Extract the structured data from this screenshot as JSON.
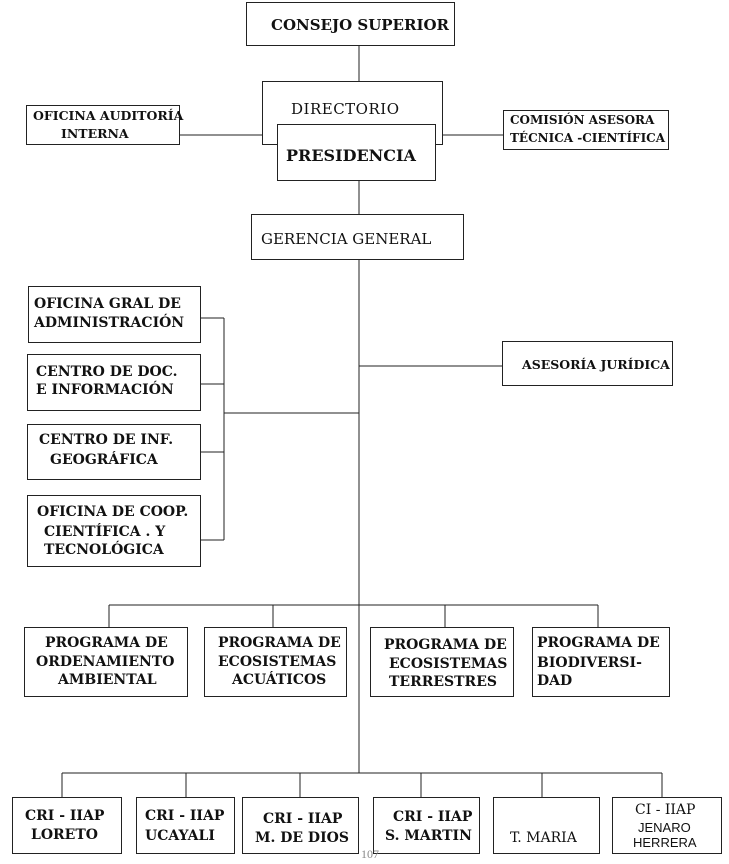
{
  "org_chart": {
    "consejo": "CONSEJO SUPERIOR",
    "directorio": "DIRECTORIO",
    "presidencia": "PRESIDENCIA",
    "oficina_auditoria": [
      "OFICINA AUDITORÍA",
      "INTERNA"
    ],
    "comision_asesora": [
      "COMISIÓN ASESORA",
      "TÉCNICA -CIENTÍFICA"
    ],
    "gerencia": "GERENCIA GENERAL",
    "asesoria": "ASESORÍA JURÍDICA",
    "oficinas": [
      [
        "OFICINA GRAL DE",
        "ADMINISTRACIÓN"
      ],
      [
        "CENTRO DE DOC.",
        "E INFORMACIÓN"
      ],
      [
        "CENTRO DE INF.",
        "GEOGRÁFICA"
      ],
      [
        "OFICINA DE COOP.",
        "CIENTÍFICA . Y",
        "TECNOLÓGICA"
      ]
    ],
    "programas": [
      [
        "PROGRAMA DE",
        "ORDENAMIENTO",
        "AMBIENTAL"
      ],
      [
        "PROGRAMA DE",
        "ECOSISTEMAS",
        "ACUÁTICOS"
      ],
      [
        "PROGRAMA DE",
        "ECOSISTEMAS",
        "TERRESTRES"
      ],
      [
        "PROGRAMA DE",
        "BIODIVERSI-",
        "DAD"
      ]
    ],
    "cri": [
      [
        "CRI - IIAP",
        "LORETO"
      ],
      [
        "CRI - IIAP",
        "UCAYALI"
      ],
      [
        "CRI - IIAP",
        "M. DE DIOS"
      ],
      [
        "CRI - IIAP",
        "S. MARTIN"
      ],
      [
        "T. MARIA"
      ],
      [
        "CI - IIAP",
        "JENARO",
        "HERRERA"
      ]
    ]
  },
  "page_number": "107"
}
